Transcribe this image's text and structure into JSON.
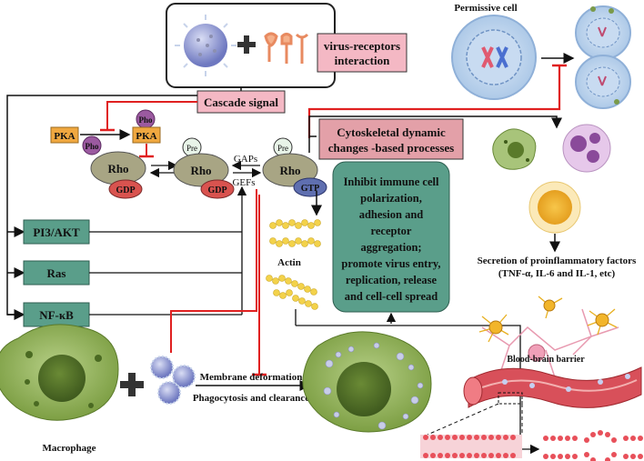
{
  "top": {
    "receptor_label_line1": "virus-receptors",
    "receptor_label_line2": "interaction"
  },
  "permissive_cell": "Permissive cell",
  "cascade_signal": "Cascade signal",
  "kinase": "PKA",
  "pho": "Pho",
  "pre": "Pre",
  "rho": "Rho",
  "gdp": "GDP",
  "gtp": "GTP",
  "gaps": "GAPs",
  "gefs": "GEFs",
  "cytoskeletal": {
    "line1": "Cytoskeletal dynamic",
    "line2": "changes -based processes"
  },
  "pathways": [
    "PI3/AKT",
    "Ras",
    "NF-κB"
  ],
  "actin": "Actin",
  "processes_box": [
    "Inhibit immune cell",
    "polarization,",
    "adhesion and",
    "receptor",
    "aggregation;",
    "promote virus entry,",
    "replication, release",
    "and cell-cell spread"
  ],
  "secretion": {
    "line1": "Secretion of proinflammatory factors",
    "line2": "(TNF-α, IL-6 and IL-1, etc)"
  },
  "bbb": "Blood-brain barrier",
  "membrane": "Membrane deformation",
  "phago": "Phagocytosis and clearance",
  "macrophage": "Macrophage",
  "colors": {
    "pink_box": "#f4b8c4",
    "red_arrow": "#e02020",
    "rho": "#a8a584",
    "gdp": "#d9534f",
    "gtp": "#5f6fb0",
    "pka": "#f0a840",
    "pho": "#9b5aa0",
    "teal_box": "#5a9e8a",
    "macrophage": "#8fae5a"
  }
}
